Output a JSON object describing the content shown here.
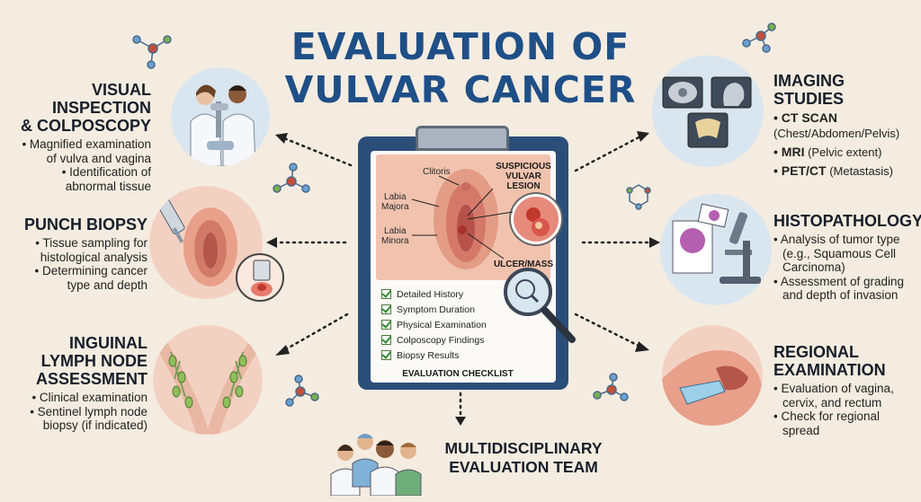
{
  "title": {
    "line1": "EVALUATION OF",
    "line2": "VULVAR CANCER"
  },
  "colors": {
    "title": "#1f4f87",
    "background": "#f4ece0",
    "clipboard": "#2b4e78",
    "pink": "#f3d1c2",
    "blue_circle": "#d9e6ef",
    "check_green": "#2e8b2e"
  },
  "sections": {
    "visual_inspection": {
      "heading_line1": "VISUAL INSPECTION",
      "heading_line2": "& COLPOSCOPY",
      "bullets": [
        "• Magnified examination",
        "of vulva and vagina",
        "• Identification of",
        "abnormal tissue"
      ]
    },
    "punch_biopsy": {
      "heading": "PUNCH BIOPSY",
      "bullets": [
        "• Tissue sampling for",
        "histological analysis",
        "• Determining cancer",
        "type and depth"
      ]
    },
    "inguinal": {
      "heading_line1": "INGUINAL",
      "heading_line2": "LYMPH NODE",
      "heading_line3": "ASSESSMENT",
      "bullets": [
        "• Clinical examination",
        "• Sentinel lymph node",
        "biopsy (if indicated)"
      ]
    },
    "imaging": {
      "heading": "IMAGING STUDIES",
      "items": [
        {
          "bold": "• CT SCAN",
          "normal": ""
        },
        {
          "bold": "",
          "normal": "(Chest/Abdomen/Pelvis)"
        },
        {
          "bold": "• MRI",
          "normal": " (Pelvic extent)"
        },
        {
          "bold": "• PET/CT",
          "normal": " (Metastasis)"
        }
      ]
    },
    "histopathology": {
      "heading": "HISTOPATHOLOGY",
      "bullets": [
        "• Analysis of tumor type",
        "(e.g., Squamous Cell",
        "Carcinoma)",
        "• Assessment of grading",
        "and depth of invasion"
      ]
    },
    "regional": {
      "heading_line1": "REGIONAL",
      "heading_line2": "EXAMINATION",
      "bullets": [
        "• Evaluation of vagina,",
        "cervix, and rectum",
        "• Check for regional",
        "spread"
      ]
    }
  },
  "clipboard": {
    "labels": {
      "clitoris": "Clitoris",
      "labia_majora_1": "Labia",
      "labia_majora_2": "Majora",
      "labia_minora_1": "Labia",
      "labia_minora_2": "Minora",
      "suspicious_1": "SUSPICIOUS",
      "suspicious_2": "VULVAR",
      "suspicious_3": "LESION",
      "ulcer": "ULCER/MASS"
    },
    "checklist": [
      "Detailed History",
      "Symptom Duration",
      "Physical Examination",
      "Colposcopy Findings",
      "Biopsy Results"
    ],
    "checklist_title": "EVALUATION CHECKLIST"
  },
  "team": {
    "line1": "MULTIDISCIPLINARY",
    "line2": "EVALUATION TEAM"
  }
}
